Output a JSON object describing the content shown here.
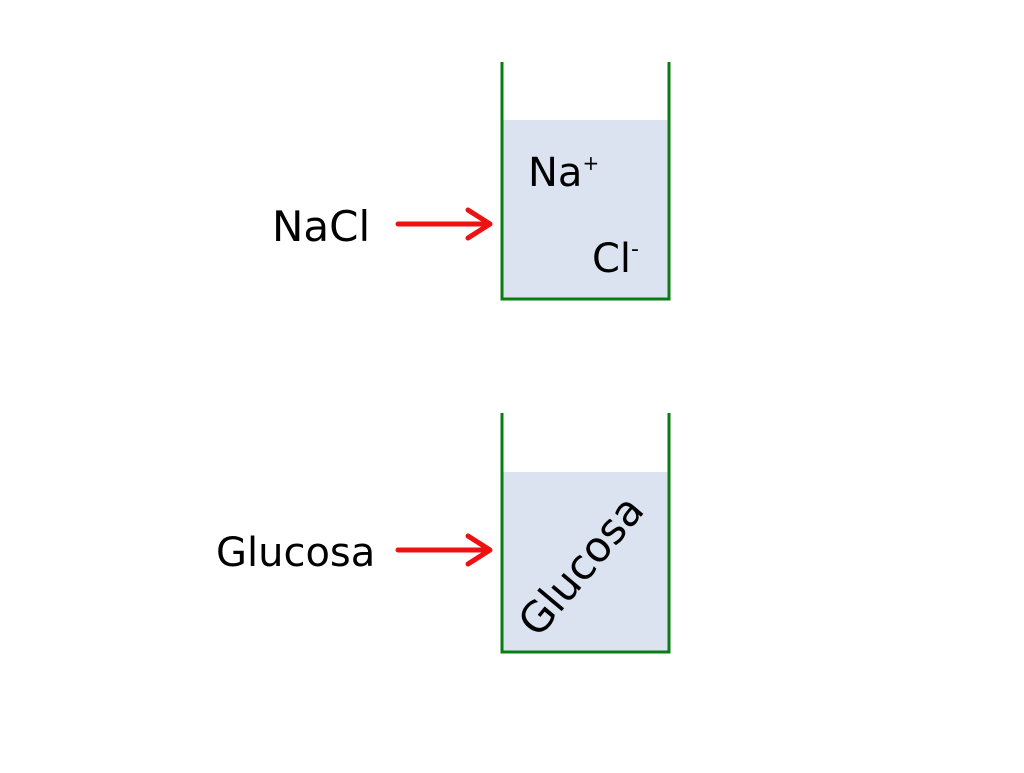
{
  "colors": {
    "beaker_outline": "#0a7d12",
    "solution_fill": "#dce3f0",
    "arrow": "#ee1111",
    "text": "#000000"
  },
  "rows": [
    {
      "substance_label": "NaCl",
      "contents": [
        {
          "base": "Na",
          "charge": "+"
        },
        {
          "base": "Cl",
          "charge": "-"
        }
      ]
    },
    {
      "substance_label": "Glucosa",
      "contents": [
        {
          "base": "Glucosa",
          "charge": ""
        }
      ]
    }
  ]
}
